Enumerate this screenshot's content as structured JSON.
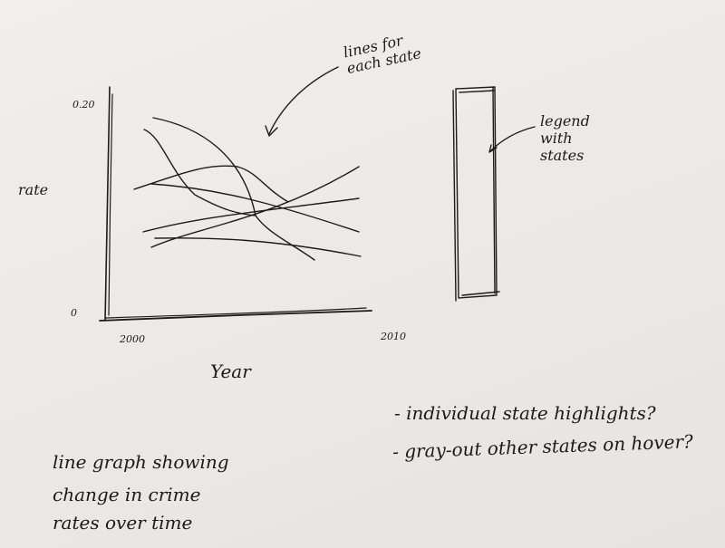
{
  "annotation_lines": "lines for\neach state",
  "annotation_legend": "legend\nwith\nstates",
  "y_max_label": "0.20",
  "y_min_label": "0",
  "y_axis_label": "rate",
  "x_start_label": "2000",
  "x_end_label": "2010",
  "x_axis_label": "Year",
  "note_1": "- individual state highlights?",
  "note_2": "- gray-out other states on hover?",
  "caption_1": "line graph showing",
  "caption_2": "change in crime",
  "caption_3": "rates over time"
}
